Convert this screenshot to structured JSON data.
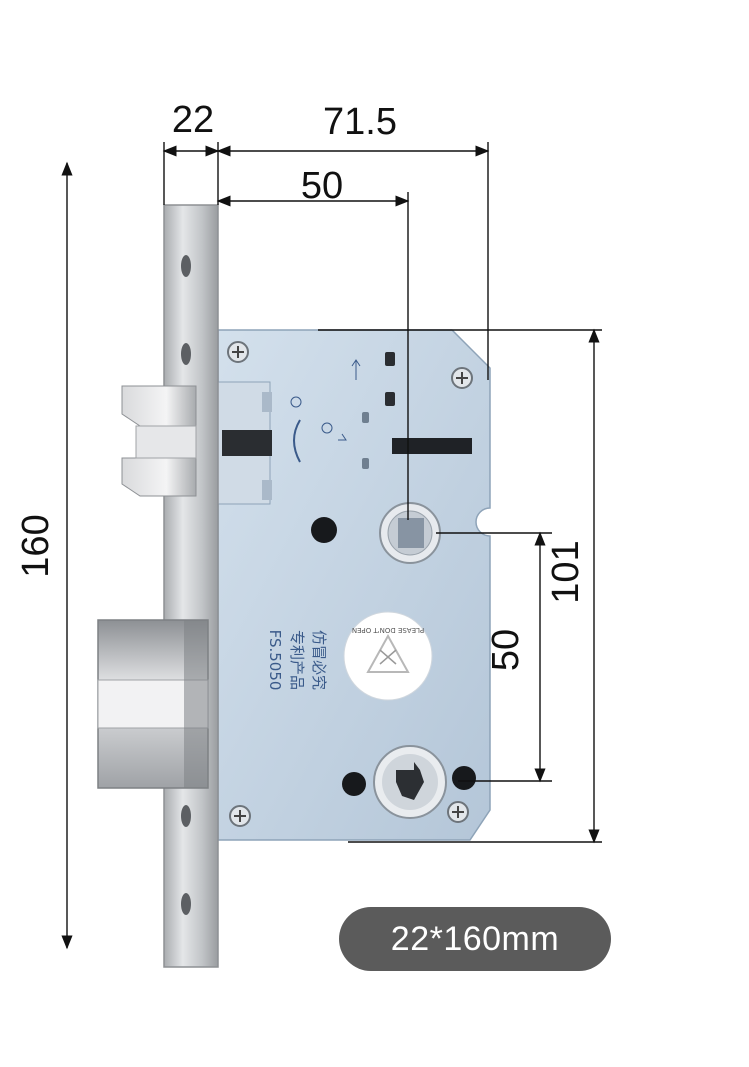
{
  "dimensions": {
    "faceplate_width": "22",
    "backset_total": "71.5",
    "backset": "50",
    "total_height": "160",
    "body_height": "101",
    "center_distance": "50"
  },
  "body_print": {
    "model": "FS.5050",
    "line2": "专利产品",
    "line3": "仿冒必究"
  },
  "sticker_text": "PLEASE DON'T OPEN",
  "size_badge": "22*160mm",
  "colors": {
    "body": "#c3d3e3",
    "faceplate": "#c9cbcd",
    "badge": "#5b5b5b",
    "dimension_lines": "#111111"
  }
}
